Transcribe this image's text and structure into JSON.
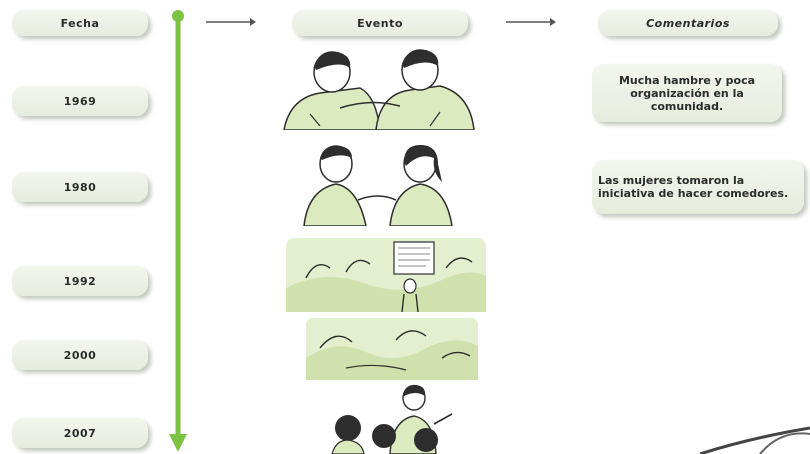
{
  "headers": {
    "date": "Fecha",
    "event": "Evento",
    "comments": "Comentarios"
  },
  "dates": [
    "1969",
    "1980",
    "1992",
    "2000",
    "2007"
  ],
  "comments": [
    "Mucha hambre y poca organización en la comunidad.",
    "Las mujeres tomaron la iniciativa de hacer comedores."
  ],
  "colors": {
    "timeline": "#7cc243",
    "illustration_fill": "#dcebbf",
    "ink": "#2e2e2e"
  },
  "illustrations": [
    "two-men-talking-icon",
    "man-woman-talking-icon",
    "community-work-icon",
    "landscape-icon",
    "group-meeting-icon"
  ]
}
